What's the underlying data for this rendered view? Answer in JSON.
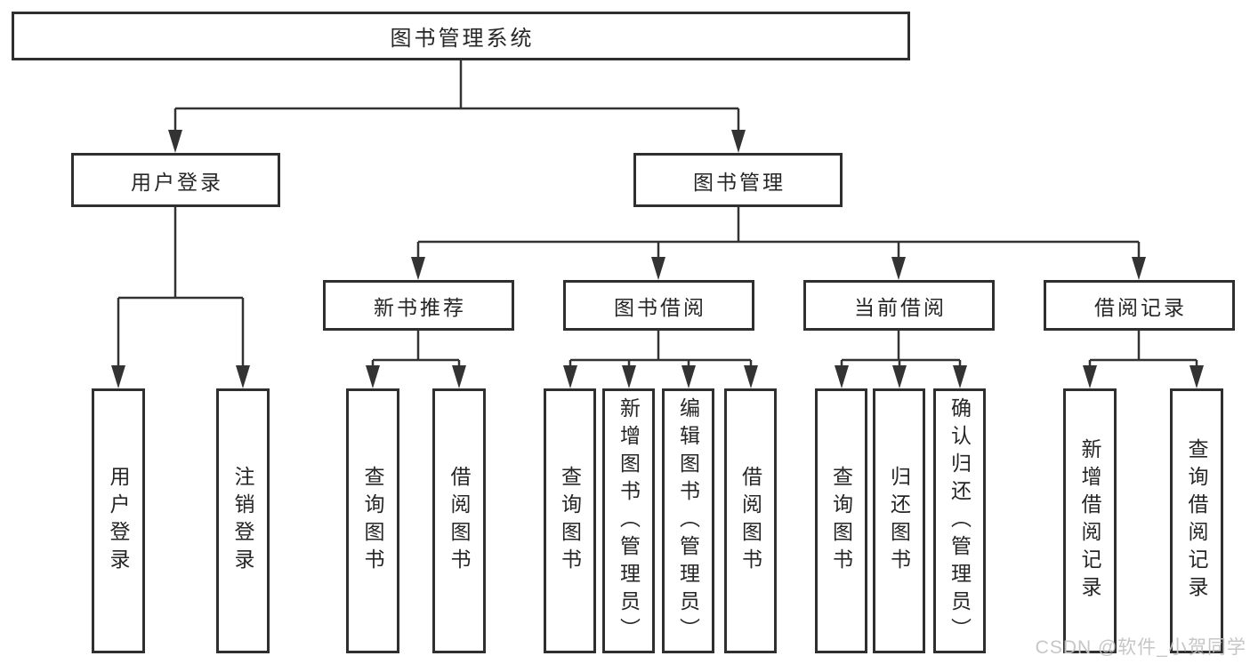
{
  "diagram": {
    "root": {
      "label": "图书管理系统"
    },
    "level2": [
      {
        "label": "用户登录"
      },
      {
        "label": "图书管理"
      }
    ],
    "level3": [
      {
        "label": "新书推荐"
      },
      {
        "label": "图书借阅"
      },
      {
        "label": "当前借阅"
      },
      {
        "label": "借阅记录"
      }
    ],
    "leaves": [
      {
        "label": "用户登录",
        "parent": "用户登录"
      },
      {
        "label": "注销登录",
        "parent": "用户登录"
      },
      {
        "label": "查询图书",
        "parent": "新书推荐"
      },
      {
        "label": "借阅图书",
        "parent": "新书推荐"
      },
      {
        "label": "查询图书",
        "parent": "图书借阅"
      },
      {
        "label": "新增图书（管理员）",
        "parent": "图书借阅"
      },
      {
        "label": "编辑图书（管理员）",
        "parent": "图书借阅"
      },
      {
        "label": "借阅图书",
        "parent": "图书借阅"
      },
      {
        "label": "查询图书",
        "parent": "当前借阅"
      },
      {
        "label": "归还图书",
        "parent": "当前借阅"
      },
      {
        "label": "确认归还（管理员）",
        "parent": "当前借阅"
      },
      {
        "label": "新增借阅记录",
        "parent": "借阅记录"
      },
      {
        "label": "查询借阅记录",
        "parent": "借阅记录"
      }
    ],
    "watermark": "CSDN @软件_小贺同学",
    "colors": {
      "line": "#333333",
      "box_border": "#2f2f2f",
      "text": "#262626",
      "watermark": "#c3c3c3",
      "background": "#ffffff"
    }
  }
}
